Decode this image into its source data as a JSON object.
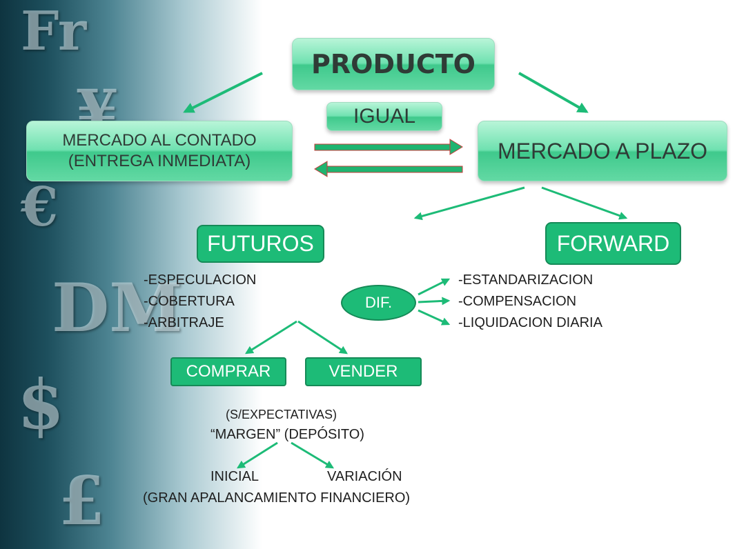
{
  "background": {
    "symbols": [
      "Fr",
      "¥",
      "€",
      "DM",
      "$",
      "£"
    ],
    "accent": "#1dbb77"
  },
  "nodes": {
    "producto": "PRODUCTO",
    "igual": "IGUAL",
    "contado_line1": "MERCADO AL CONTADO",
    "contado_line2": "(ENTREGA INMEDIATA)",
    "plazo": "MERCADO A PLAZO",
    "futuros": "FUTUROS",
    "forward": "FORWARD",
    "dif": "DIF.",
    "comprar": "COMPRAR",
    "vender": "VENDER"
  },
  "futuros_uses": [
    "-ESPECULACION",
    "-COBERTURA",
    "-ARBITRAJE"
  ],
  "forward_differences": [
    "-ESTANDARIZACION",
    "-COMPENSACION",
    "-LIQUIDACION DIARIA"
  ],
  "margin": {
    "expectativas": "(S/EXPECTATIVAS)",
    "margen": "“MARGEN” (DEPÓSITO)",
    "inicial": "INICIAL",
    "variacion": "VARIACIÓN",
    "apalancamiento": "(GRAN APALANCAMIENTO FINANCIERO)"
  }
}
